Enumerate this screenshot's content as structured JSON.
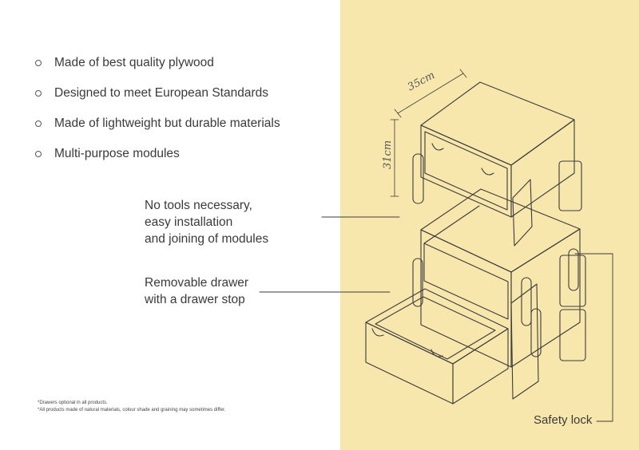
{
  "features": [
    "Made of best quality plywood",
    "Designed to meet European Standards",
    "Made of lightweight but durable materials",
    "Multi-purpose modules"
  ],
  "callouts": {
    "tools": [
      "No tools necessary,",
      "easy installation",
      "and joining of modules"
    ],
    "drawer": [
      "Removable drawer",
      "with a drawer stop"
    ],
    "lock": "Safety lock"
  },
  "dimensions": {
    "width": "35cm",
    "height": "31cm"
  },
  "footnotes": [
    "*Drawers optional in all products.",
    "*All products made of natural materials, colour shade and graining may sometimes differ."
  ],
  "colors": {
    "panel": "#f8e7ad",
    "line": "#3b3b3b",
    "text": "#3a3a3a"
  }
}
